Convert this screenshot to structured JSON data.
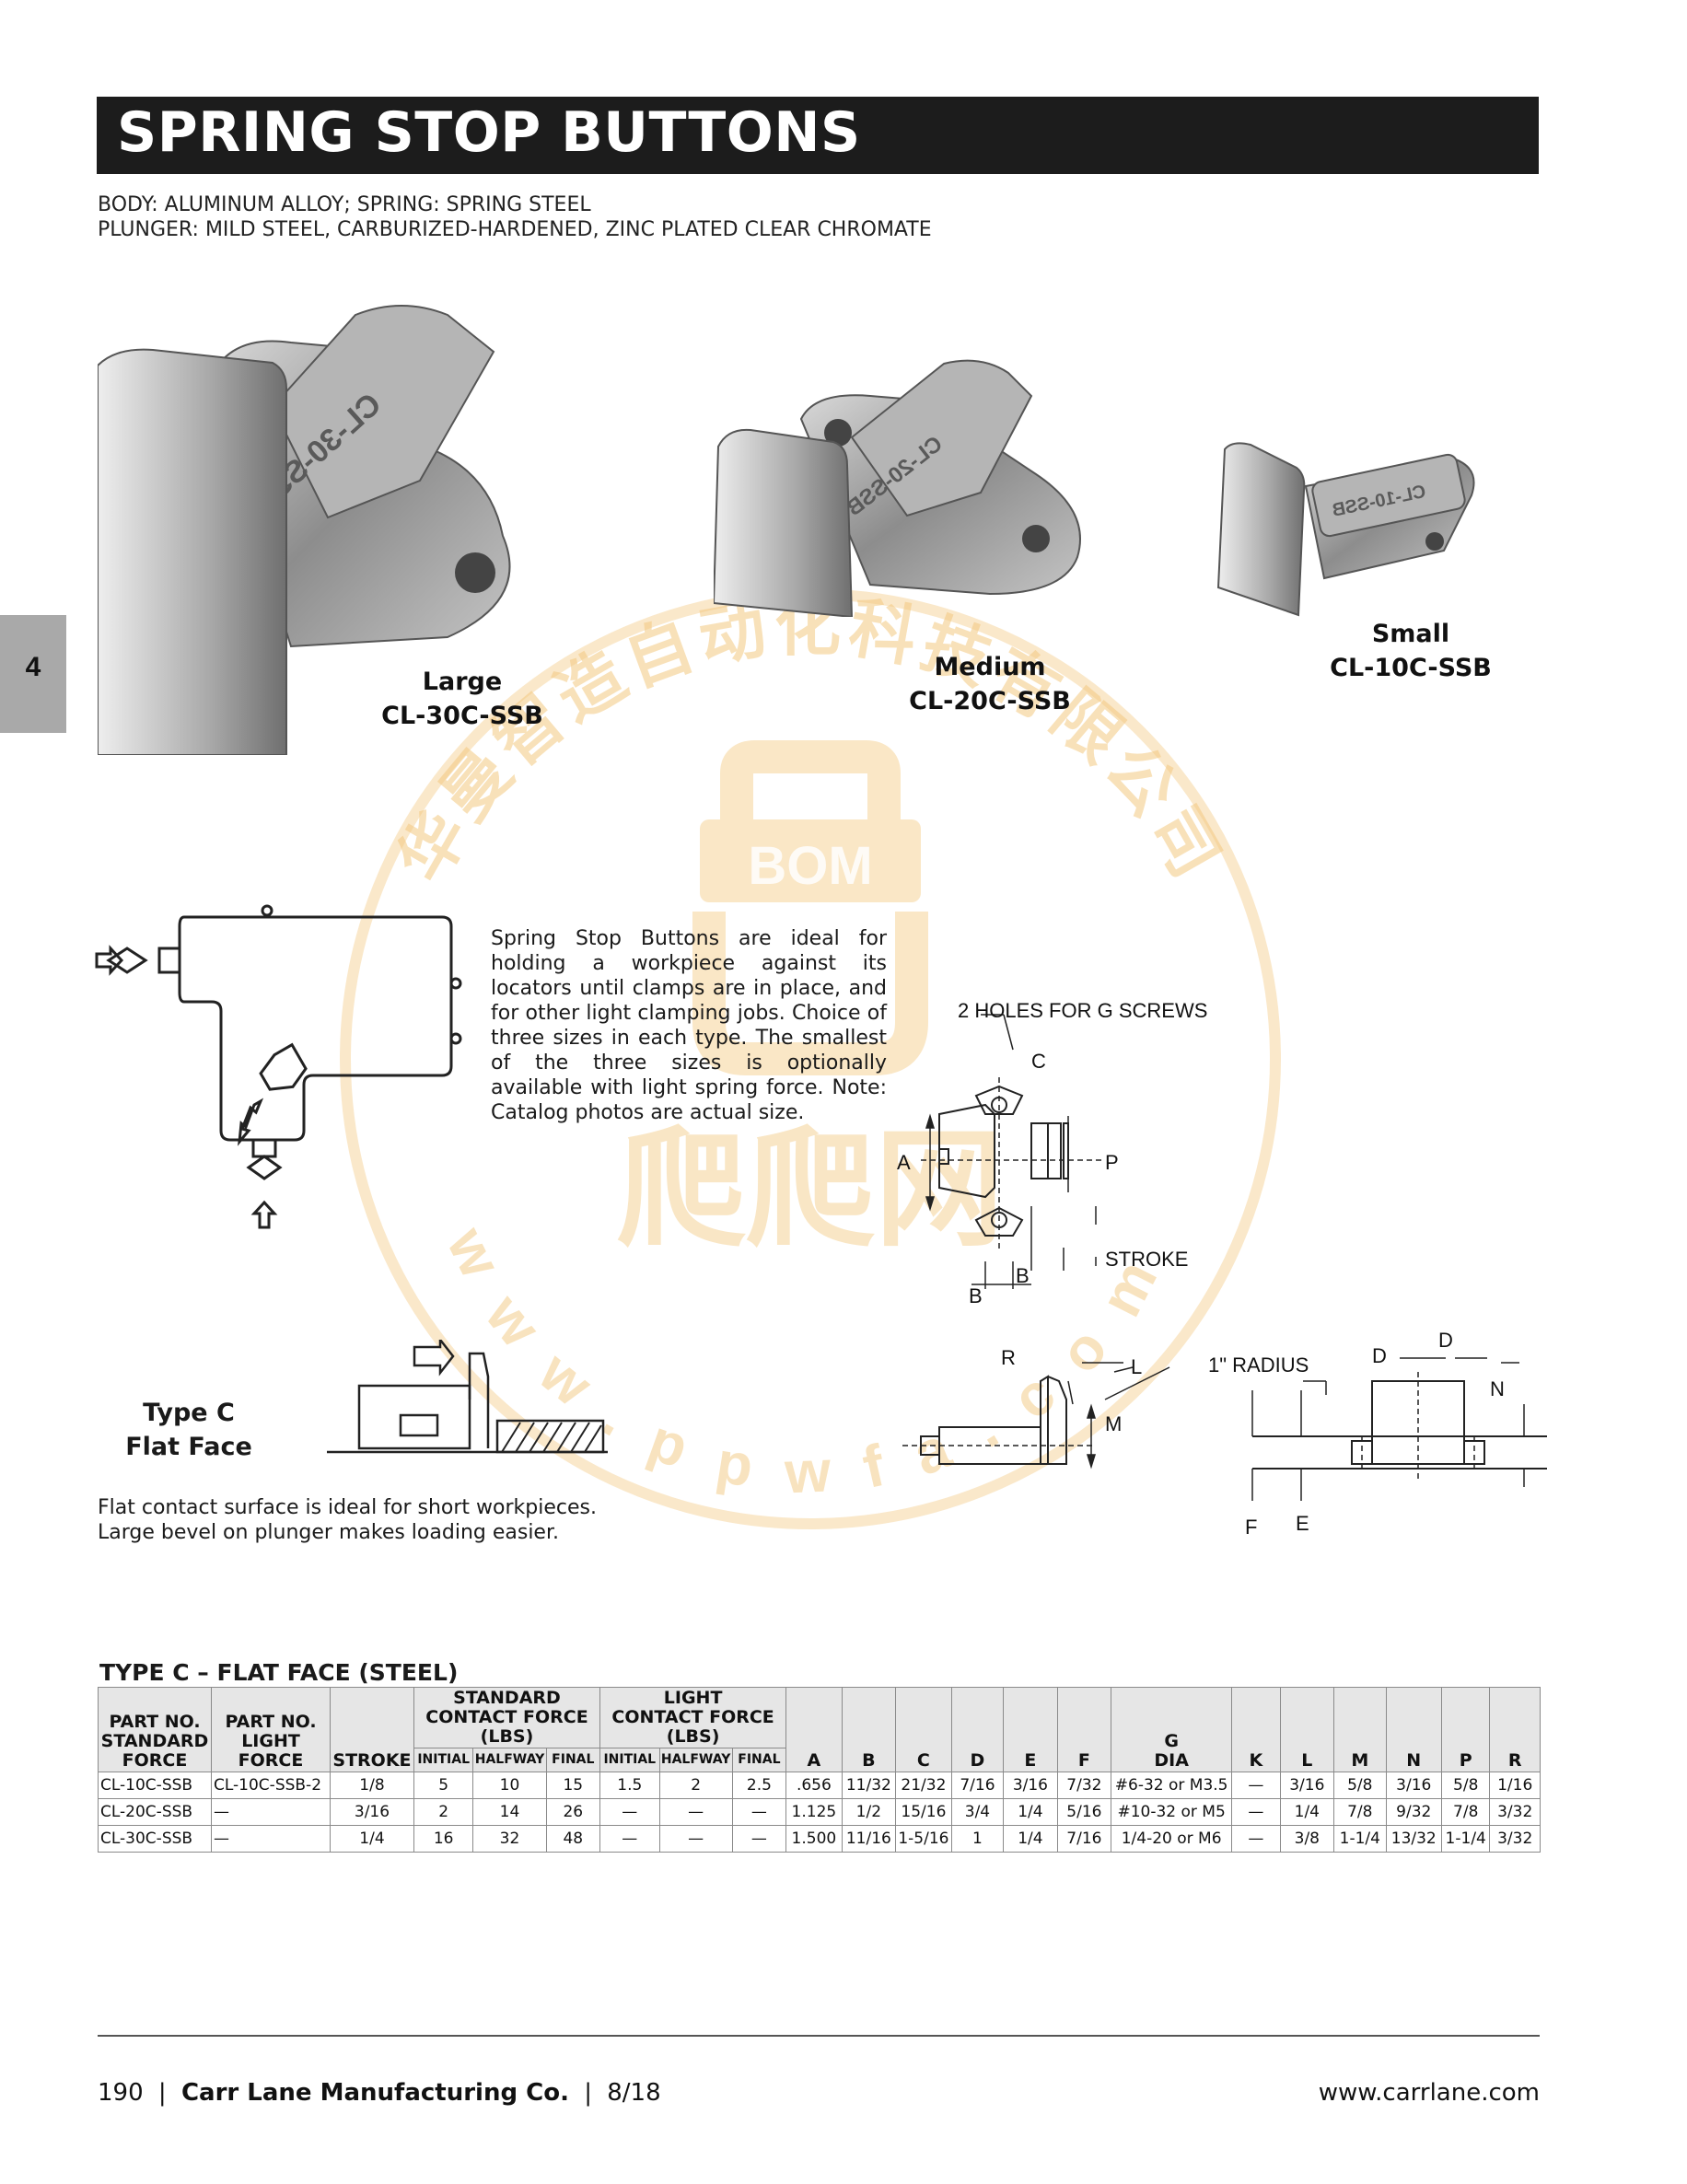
{
  "title": "SPRING STOP BUTTONS",
  "materials": {
    "line1": "BODY: ALUMINUM ALLOY; SPRING: SPRING STEEL",
    "line2": "PLUNGER: MILD STEEL, CARBURIZED-HARDENED, ZINC PLATED CLEAR CHROMATE"
  },
  "section_tab": "4",
  "photos": {
    "large": {
      "size": "Large",
      "part": "CL-30C-SSB",
      "stamp": "CL-30-SSB"
    },
    "medium": {
      "size": "Medium",
      "part": "CL-20C-SSB",
      "stamp": "CL-20-SSB"
    },
    "small": {
      "size": "Small",
      "part": "CL-10C-SSB",
      "stamp": "CL-10-SSB"
    }
  },
  "description": "Spring Stop Buttons are ideal for holding a workpiece against its locators until clamps are in place, and for other light clamping jobs. Choice of three sizes in each type. The smallest of the three sizes is optionally available with light spring force. Note: Catalog photos are actual size.",
  "type_label": {
    "line1": "Type C",
    "line2": "Flat Face"
  },
  "type_note": {
    "line1": "Flat contact surface is ideal for short workpieces.",
    "line2": "Large bevel on plunger makes loading easier."
  },
  "dimension_labels": {
    "holes": "2 HOLES FOR G SCREWS",
    "c": "C",
    "a": "A",
    "p": "P",
    "stroke": "STROKE",
    "b": "B",
    "l": "L",
    "radius": "1\" RADIUS",
    "r": "R",
    "m": "M",
    "d": "D",
    "n": "N",
    "f": "F",
    "e": "E"
  },
  "table": {
    "title": "TYPE C – FLAT FACE (STEEL)",
    "headers": {
      "part_std": [
        "PART NO.",
        "STANDARD",
        "FORCE"
      ],
      "part_light": [
        "PART NO.",
        "LIGHT",
        "FORCE"
      ],
      "stroke": "STROKE",
      "std_force": [
        "STANDARD",
        "CONTACT FORCE",
        "(LBS)"
      ],
      "light_force": [
        "LIGHT",
        "CONTACT FORCE",
        "(LBS)"
      ],
      "sub": [
        "INITIAL",
        "HALFWAY",
        "FINAL"
      ],
      "dims": [
        "A",
        "B",
        "C",
        "D",
        "E",
        "F"
      ],
      "g": "G",
      "g_dia": "DIA",
      "dims2": [
        "K",
        "L",
        "M",
        "N",
        "P",
        "R"
      ]
    },
    "rows": [
      [
        "CL-10C-SSB",
        "CL-10C-SSB-2",
        "1/8",
        "5",
        "10",
        "15",
        "1.5",
        "2",
        "2.5",
        ".656",
        "11/32",
        "21/32",
        "7/16",
        "3/16",
        "7/32",
        "#6-32 or M3.5",
        "—",
        "3/16",
        "5/8",
        "3/16",
        "5/8",
        "1/16"
      ],
      [
        "CL-20C-SSB",
        "—",
        "3/16",
        "2",
        "14",
        "26",
        "—",
        "—",
        "—",
        "1.125",
        "1/2",
        "15/16",
        "3/4",
        "1/4",
        "5/16",
        "#10-32 or M5",
        "—",
        "1/4",
        "7/8",
        "9/32",
        "7/8",
        "3/32"
      ],
      [
        "CL-30C-SSB",
        "—",
        "1/4",
        "16",
        "32",
        "48",
        "—",
        "—",
        "—",
        "1.500",
        "11/16",
        "1-5/16",
        "1",
        "1/4",
        "7/16",
        "1/4-20 or M6",
        "—",
        "3/8",
        "1-1/4",
        "13/32",
        "1-1/4",
        "3/32"
      ]
    ]
  },
  "footer": {
    "page": "190",
    "company": "Carr Lane Manufacturing Co.",
    "date": "8/18",
    "website": "www.carrlane.com"
  },
  "watermark": {
    "text_cn": "华曼智造自动化科技有限公司",
    "logo": "BOM",
    "logo_cn": "爬爬网",
    "url": "www.ppwfa.com"
  },
  "colors": {
    "title_bar": "#1c1c1c",
    "tab": "#a9a9a9",
    "table_header": "#e6e6e6",
    "watermark": "#f3c980"
  }
}
